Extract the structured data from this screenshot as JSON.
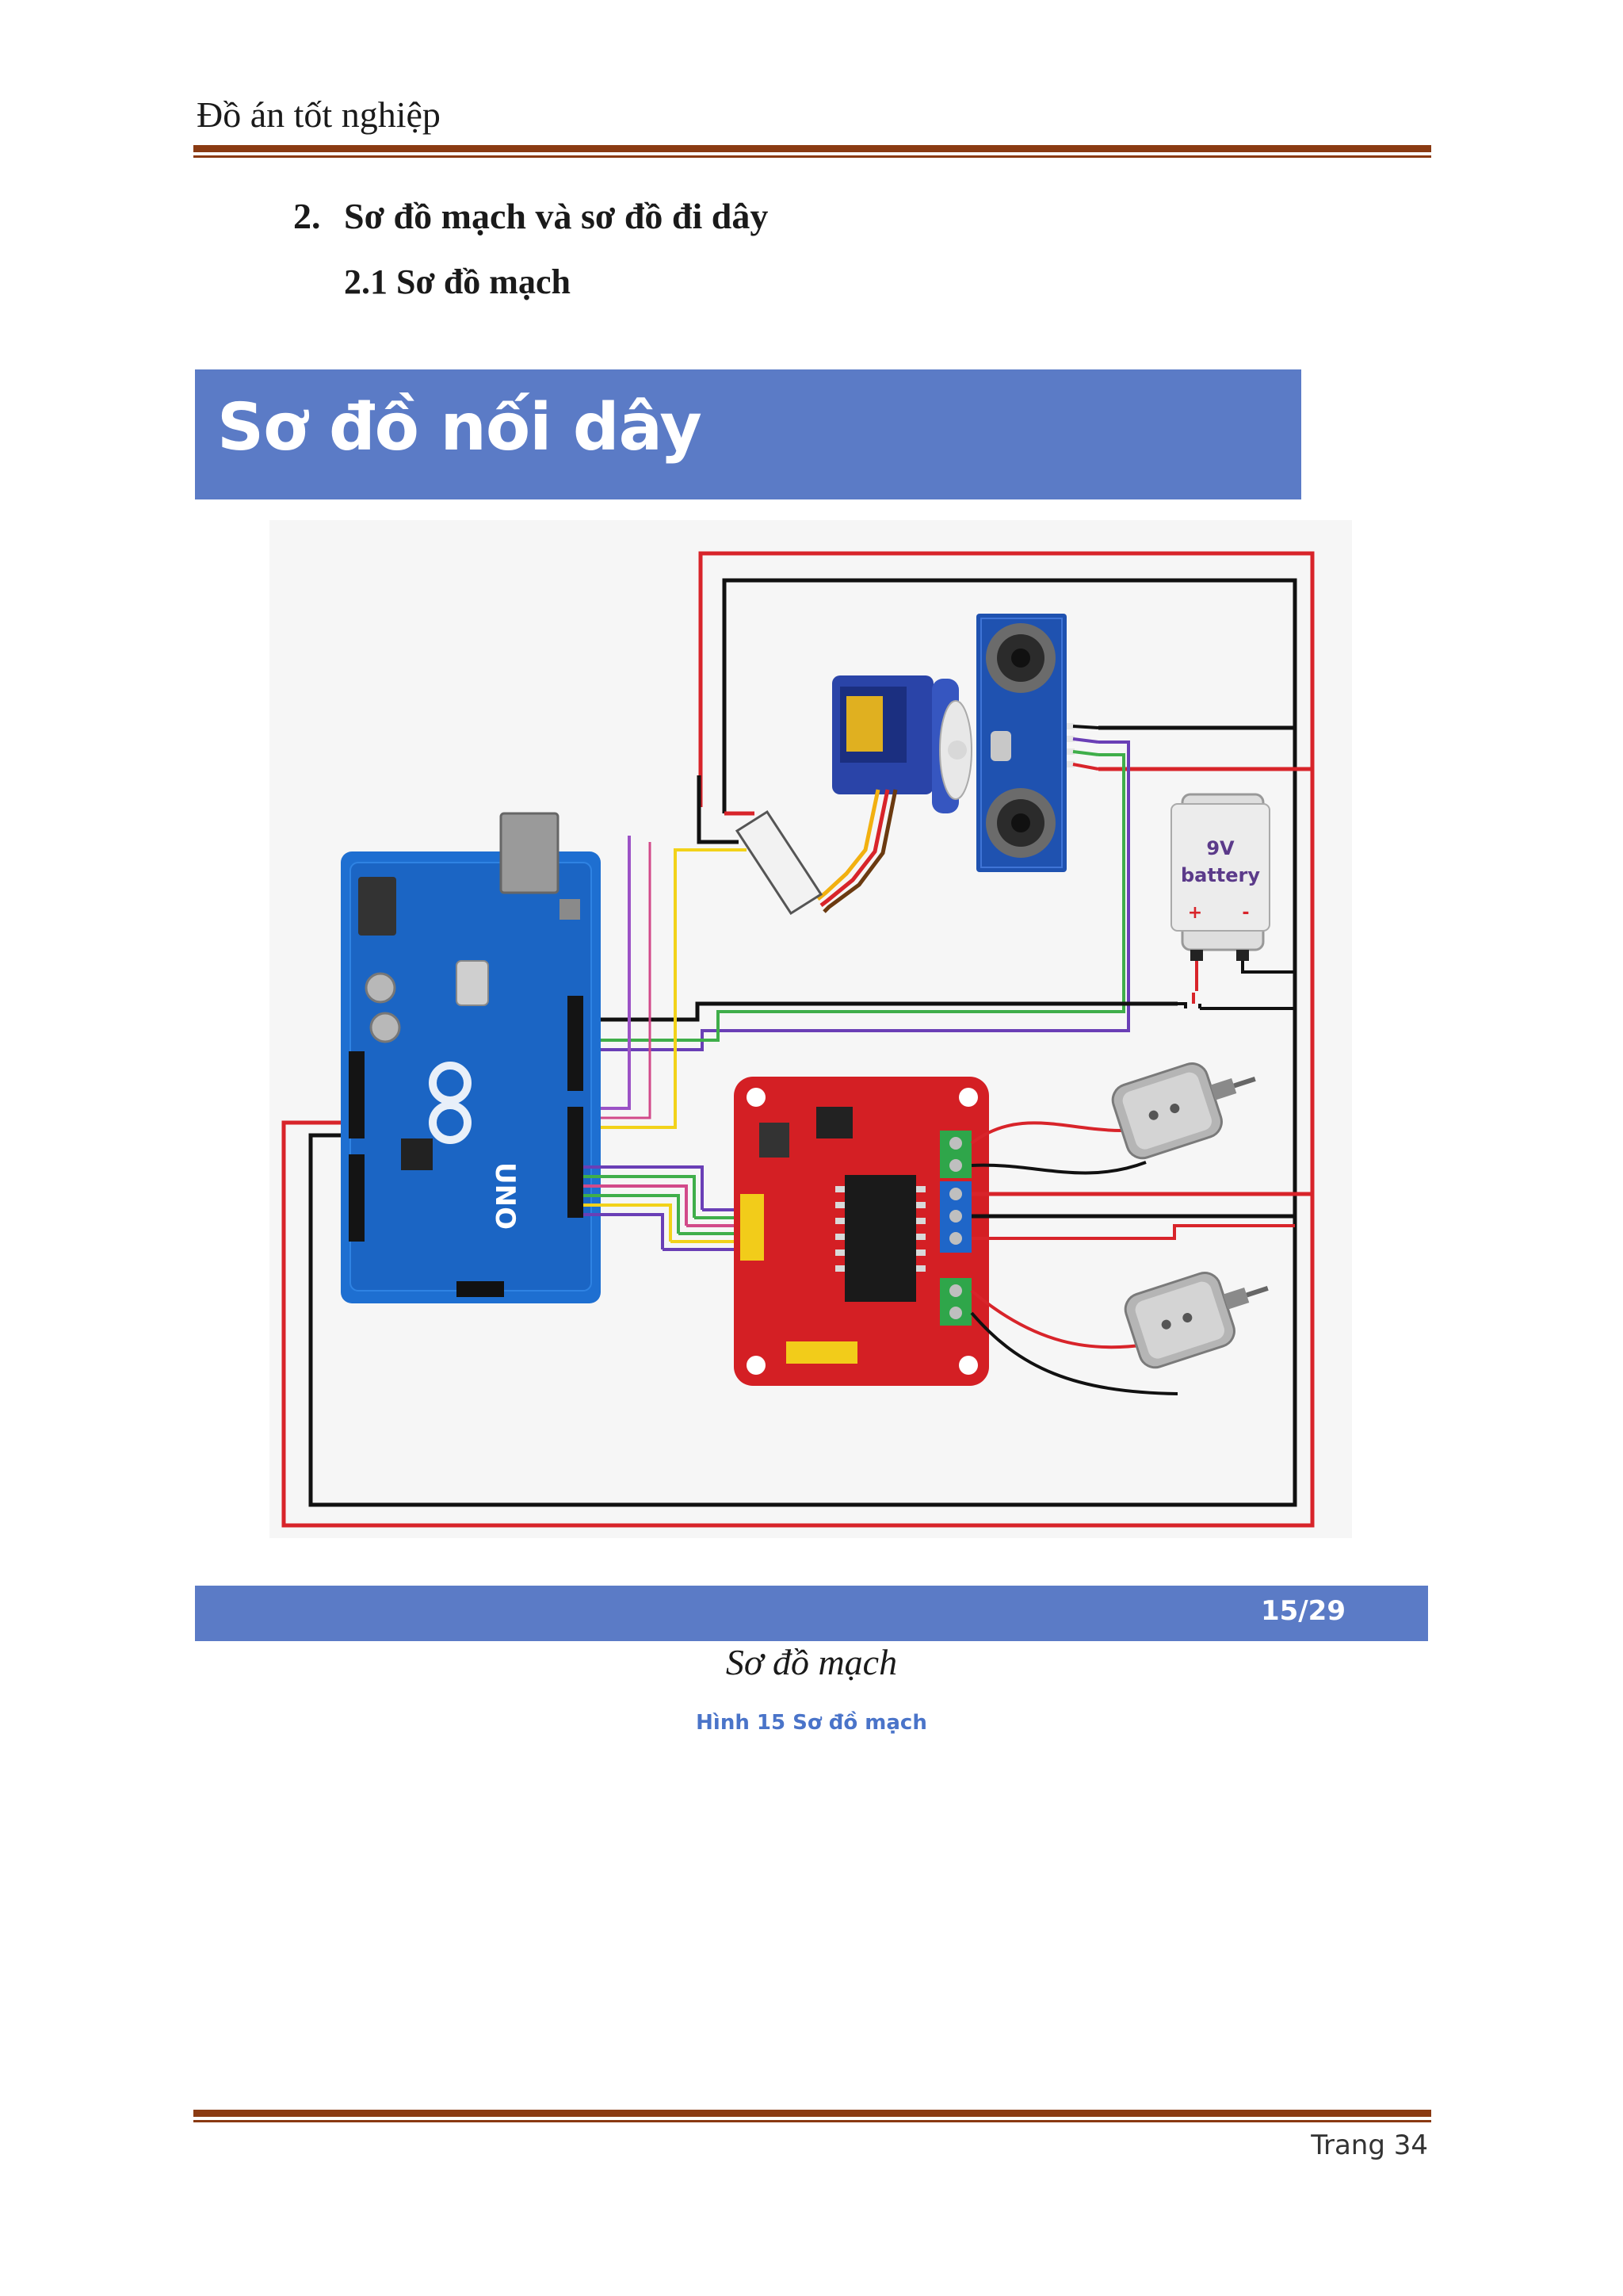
{
  "header": {
    "title": "Đồ án tốt nghiệp"
  },
  "section": {
    "number": "2.",
    "title": "Sơ đồ mạch và sơ đồ đi dây"
  },
  "subsection": {
    "title": "2.1 Sơ đồ mạch"
  },
  "slide": {
    "title": "Sơ đồ nối dây",
    "page": "15/29",
    "battery_label_1": "9V",
    "battery_label_2": "battery",
    "battery_plus": "+",
    "battery_minus": "-",
    "board_text": "UNO"
  },
  "figure": {
    "caption": "Sơ đồ mạch",
    "label": "Hình 15 Sơ đồ mạch"
  },
  "footer": {
    "page": "Trang 34"
  },
  "colors": {
    "rule": "#8a3a12",
    "banner": "#5b7bc6",
    "figure_label": "#4a74c9"
  }
}
